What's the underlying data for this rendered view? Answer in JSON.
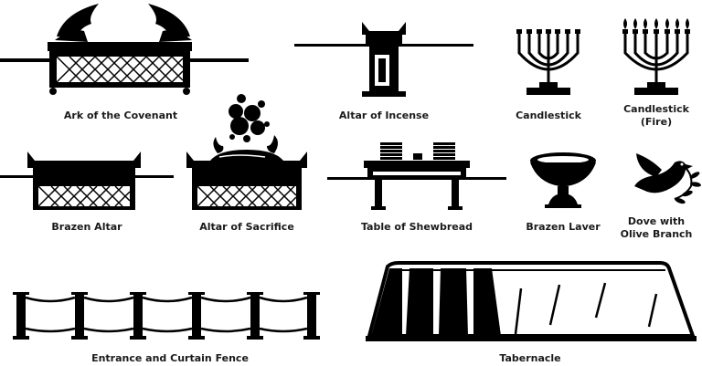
{
  "items": {
    "ark": {
      "label": "Ark of the Covenant"
    },
    "altar_incense": {
      "label": "Altar of Incense"
    },
    "candlestick": {
      "label": "Candlestick"
    },
    "candlestick_fire": {
      "label_line1": "Candlestick",
      "label_line2": "(Fire)"
    },
    "brazen_altar": {
      "label": "Brazen Altar"
    },
    "altar_sacrifice": {
      "label": "Altar of Sacrifice"
    },
    "table_shewbread": {
      "label": "Table of Shewbread"
    },
    "brazen_laver": {
      "label": "Brazen Laver"
    },
    "dove": {
      "label_line1": "Dove with",
      "label_line2": "Olive Branch"
    },
    "fence": {
      "label": "Entrance and Curtain Fence"
    },
    "tabernacle": {
      "label": "Tabernacle"
    }
  },
  "colors": {
    "ink": "#000000",
    "text": "#1a1a1a",
    "background": "#ffffff"
  }
}
